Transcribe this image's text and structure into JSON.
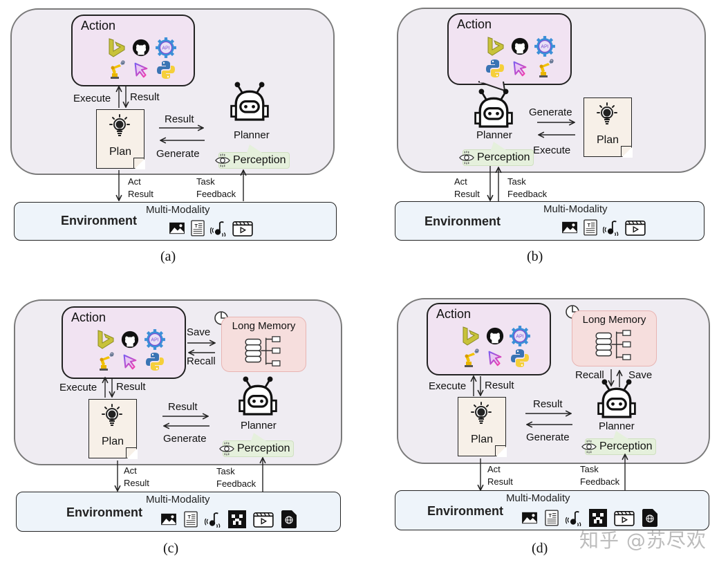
{
  "figure": {
    "panels": [
      {
        "id": "a",
        "caption": "(a)",
        "action": {
          "title": "Action",
          "icons": [
            "bing-icon",
            "github-icon",
            "api-gear-icon",
            "robot-arm-icon",
            "cursor-icon",
            "python-icon"
          ]
        },
        "plan": {
          "label": "Plan"
        },
        "planner": {
          "label": "Planner"
        },
        "perception": {
          "label": "Perception"
        },
        "edges": {
          "execute": "Execute",
          "result_up": "Result",
          "result_mid": "Result",
          "generate_mid": "Generate",
          "act": "Act",
          "act_result": "Result",
          "task": "Task",
          "feedback": "Feedback"
        },
        "environment": {
          "title": "Environment",
          "modality_title": "Multi-Modality",
          "modalities": [
            "image-icon",
            "text-icon",
            "audio-icon",
            "video-icon"
          ]
        }
      },
      {
        "id": "b",
        "caption": "(b)",
        "action": {
          "title": "Action",
          "icons": [
            "bing-icon",
            "github-icon",
            "api-gear-icon",
            "python-icon",
            "cursor-icon",
            "robot-arm-icon"
          ]
        },
        "plan": {
          "label": "Plan"
        },
        "planner": {
          "label": "Planner"
        },
        "perception": {
          "label": "Perception"
        },
        "edges": {
          "generate_mid": "Generate",
          "execute_mid": "Execute",
          "act": "Act",
          "act_result": "Result",
          "task": "Task",
          "feedback": "Feedback"
        },
        "environment": {
          "title": "Environment",
          "modality_title": "Multi-Modality",
          "modalities": [
            "image-icon",
            "text-icon",
            "audio-icon",
            "video-icon"
          ]
        }
      },
      {
        "id": "c",
        "caption": "(c)",
        "action": {
          "title": "Action",
          "icons": [
            "bing-icon",
            "github-icon",
            "api-gear-icon",
            "robot-arm-icon",
            "cursor-icon",
            "python-icon"
          ]
        },
        "memory": {
          "title": "Long Memory"
        },
        "plan": {
          "label": "Plan"
        },
        "planner": {
          "label": "Planner"
        },
        "perception": {
          "label": "Perception"
        },
        "edges": {
          "save": "Save",
          "recall": "Recall",
          "execute": "Execute",
          "result_up": "Result",
          "result_mid": "Result",
          "generate_mid": "Generate",
          "act": "Act",
          "act_result": "Result",
          "task": "Task",
          "feedback": "Feedback"
        },
        "environment": {
          "title": "Environment",
          "modality_title": "Multi-Modality",
          "modalities": [
            "image-icon",
            "text-icon",
            "audio-icon",
            "minecraft-icon",
            "video-icon",
            "web-icon"
          ]
        }
      },
      {
        "id": "d",
        "caption": "(d)",
        "action": {
          "title": "Action",
          "icons": [
            "bing-icon",
            "github-icon",
            "api-gear-icon",
            "robot-arm-icon",
            "cursor-icon",
            "python-icon"
          ]
        },
        "memory": {
          "title": "Long Memory"
        },
        "plan": {
          "label": "Plan"
        },
        "planner": {
          "label": "Planner"
        },
        "perception": {
          "label": "Perception"
        },
        "edges": {
          "recall": "Recall",
          "save": "Save",
          "execute": "Execute",
          "result_up": "Result",
          "result_mid": "Result",
          "generate_mid": "Generate",
          "act": "Act",
          "act_result": "Result",
          "task": "Task",
          "feedback": "Feedback"
        },
        "environment": {
          "title": "Environment",
          "modality_title": "Multi-Modality",
          "modalities": [
            "image-icon",
            "text-icon",
            "audio-icon",
            "minecraft-icon",
            "video-icon",
            "web-icon"
          ]
        }
      }
    ],
    "watermark": "知乎 @苏尽欢"
  },
  "colors": {
    "agent_bg": "#efecf2",
    "action_bg": "#f1e3f2",
    "plan_bg": "#f7f0e8",
    "perception_bg": "#e5f0dc",
    "memory_bg": "#f6dedd",
    "environment_bg": "#eef4fa"
  }
}
